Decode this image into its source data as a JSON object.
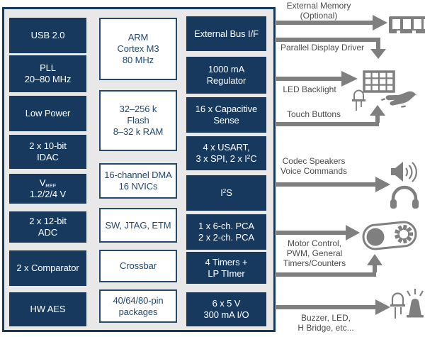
{
  "colors": {
    "block_navy": "#18395e",
    "panel_gray": "#e8e8e8",
    "arrow_gray": "#7f7f7f",
    "label_gray": "#4d4d4d",
    "white_block_text": "#234a74"
  },
  "chip": {
    "left_column": [
      {
        "name": "usb",
        "lines": [
          "USB 2.0"
        ]
      },
      {
        "name": "pll",
        "lines": [
          "PLL",
          "20–80 MHz"
        ]
      },
      {
        "name": "low-power",
        "lines": [
          "Low Power"
        ]
      },
      {
        "name": "idac",
        "lines": [
          "2 x 10-bit",
          "IDAC"
        ]
      },
      {
        "name": "vref",
        "main": "V",
        "sub": "REF",
        "line2": "1.2/2/4 V"
      },
      {
        "name": "adc",
        "lines": [
          "2 x 12-bit",
          "ADC"
        ]
      },
      {
        "name": "comparator",
        "lines": [
          "2 x Comparator"
        ]
      },
      {
        "name": "hw-aes",
        "lines": [
          "HW AES"
        ]
      }
    ],
    "center_column": [
      {
        "name": "arm-core",
        "lines": [
          "ARM",
          "Cortex M3",
          "80 MHz"
        ]
      },
      {
        "name": "memory",
        "lines": [
          "32–256 k",
          "Flash",
          "8–32 k RAM"
        ]
      },
      {
        "name": "dma-nvic",
        "lines": [
          "16-channel DMA",
          "16 NVICs"
        ]
      },
      {
        "name": "debug",
        "lines": [
          "SW, JTAG, ETM"
        ]
      },
      {
        "name": "crossbar",
        "lines": [
          "Crossbar"
        ]
      },
      {
        "name": "packages",
        "lines": [
          "40/64/80-pin",
          "packages"
        ]
      }
    ],
    "right_column": [
      {
        "name": "external-bus",
        "lines": [
          "External Bus I/F"
        ]
      },
      {
        "name": "regulator",
        "lines": [
          "1000 mA",
          "Regulator"
        ]
      },
      {
        "name": "cap-sense",
        "lines": [
          "16 x Capacitive",
          "Sense"
        ]
      },
      {
        "name": "usart-spi-i2c",
        "line1": "4 x USART,",
        "pre": "3 x SPI, 2 x I",
        "sup": "2",
        "post": "C"
      },
      {
        "name": "i2s",
        "pre": "I",
        "sup": "2",
        "post": "S"
      },
      {
        "name": "pca",
        "lines": [
          "1 x 6-ch. PCA",
          "2 x 2-ch. PCA"
        ]
      },
      {
        "name": "timers",
        "lines": [
          "4 Timers +",
          "LP TImer"
        ]
      },
      {
        "name": "io",
        "lines": [
          "6 x 5 V",
          "300 mA I/O"
        ]
      }
    ]
  },
  "peripherals": {
    "external_memory": {
      "lines": [
        "External Memory",
        "(Optional)"
      ],
      "icons": [
        "memory-module-icon"
      ]
    },
    "parallel_display": {
      "lines": [
        "Parallel Display Driver"
      ],
      "icons": []
    },
    "led_backlight": {
      "lines": [
        "LED Backlight"
      ],
      "icons": [
        "led-icon",
        "display-grid-icon",
        "touch-hand-icon"
      ]
    },
    "touch_buttons": {
      "lines": [
        "Touch Buttons"
      ],
      "icons": []
    },
    "codec": {
      "lines": [
        "Codec Speakers",
        "Voice Commands"
      ],
      "icons": [
        "speaker-icon",
        "headphones-icon"
      ]
    },
    "motor": {
      "lines": [
        "Motor Control,",
        "PWM, General",
        "Timers/Counters"
      ],
      "icons": [
        "motor-icon"
      ]
    },
    "buzzer": {
      "lines": [
        "Buzzer, LED,",
        "H Bridge, etc..."
      ],
      "icons": [
        "led-icon",
        "buzzer-icon"
      ]
    }
  }
}
